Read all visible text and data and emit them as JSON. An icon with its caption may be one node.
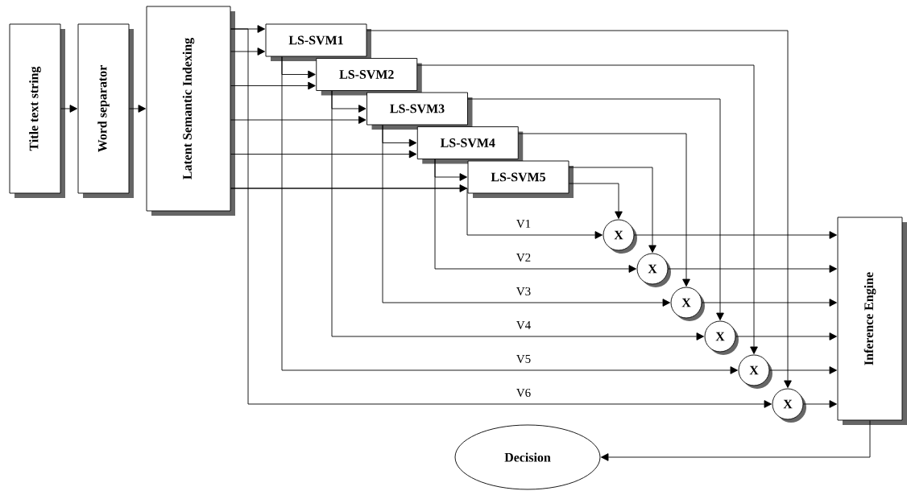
{
  "diagram": {
    "nodes": [
      {
        "text": [
          "Title text string"
        ]
      },
      {
        "text": [
          "Word separator"
        ]
      },
      {
        "text": [
          "Latent Semantic Indexing"
        ]
      },
      {
        "text": [
          "LS-SVM1"
        ]
      },
      {
        "text": [
          "LS-SVM2"
        ]
      },
      {
        "text": [
          "LS-SVM3"
        ]
      },
      {
        "text": [
          "LS-SVM4"
        ]
      },
      {
        "text": [
          "LS-SVM5"
        ]
      },
      {
        "text": [
          "X"
        ]
      },
      {
        "text": [
          "X"
        ]
      },
      {
        "text": [
          "X"
        ]
      },
      {
        "text": [
          "X"
        ]
      },
      {
        "text": [
          "X"
        ]
      },
      {
        "text": [
          "X"
        ]
      },
      {
        "text": [
          "Inference Engine"
        ]
      },
      {
        "text": [
          "Decision"
        ]
      }
    ],
    "edges": [
      {
        "from": 0,
        "to": 1,
        "arrow": "to"
      },
      {
        "from": 1,
        "to": 2,
        "arrow": "to"
      },
      {
        "from": 2,
        "to": 3,
        "arrow": "to"
      },
      {
        "from": 2,
        "to": 13,
        "arrow": "to",
        "label": "V6"
      },
      {
        "from": 2,
        "to": 3,
        "arrow": "to"
      },
      {
        "from": 3,
        "to": 4,
        "arrow": "to"
      },
      {
        "from": 3,
        "to": 12,
        "arrow": "to",
        "label": "V5"
      },
      {
        "from": 2,
        "to": 4,
        "arrow": "to"
      },
      {
        "from": 4,
        "to": 5,
        "arrow": "to"
      },
      {
        "from": 4,
        "to": 11,
        "arrow": "to",
        "label": "V4"
      },
      {
        "from": 2,
        "to": 5,
        "arrow": "to"
      },
      {
        "from": 5,
        "to": 6,
        "arrow": "to"
      },
      {
        "from": 5,
        "to": 10,
        "arrow": "to",
        "label": "V3"
      },
      {
        "from": 2,
        "to": 6,
        "arrow": "to"
      },
      {
        "from": 6,
        "to": 7,
        "arrow": "to"
      },
      {
        "from": 6,
        "to": 9,
        "arrow": "to",
        "label": "V2"
      },
      {
        "from": 2,
        "to": 7,
        "arrow": "to"
      },
      {
        "from": 2,
        "to": 8,
        "arrow": "to",
        "label": "V1"
      },
      {
        "from": 3,
        "to": 13,
        "arrow": "to"
      },
      {
        "from": 4,
        "to": 12,
        "arrow": "to"
      },
      {
        "from": 5,
        "to": 11,
        "arrow": "to"
      },
      {
        "from": 6,
        "to": 10,
        "arrow": "to"
      },
      {
        "from": 7,
        "to": 9,
        "arrow": "to"
      },
      {
        "from": 7,
        "to": 8,
        "arrow": "to"
      },
      {
        "from": 8,
        "to": 14,
        "arrow": "to"
      },
      {
        "from": 9,
        "to": 14,
        "arrow": "to"
      },
      {
        "from": 10,
        "to": 14,
        "arrow": "to"
      },
      {
        "from": 11,
        "to": 14,
        "arrow": "to"
      },
      {
        "from": 12,
        "to": 14,
        "arrow": "to"
      },
      {
        "from": 13,
        "to": 14,
        "arrow": "to"
      },
      {
        "from": 14,
        "to": 15,
        "arrow": "to"
      }
    ]
  }
}
